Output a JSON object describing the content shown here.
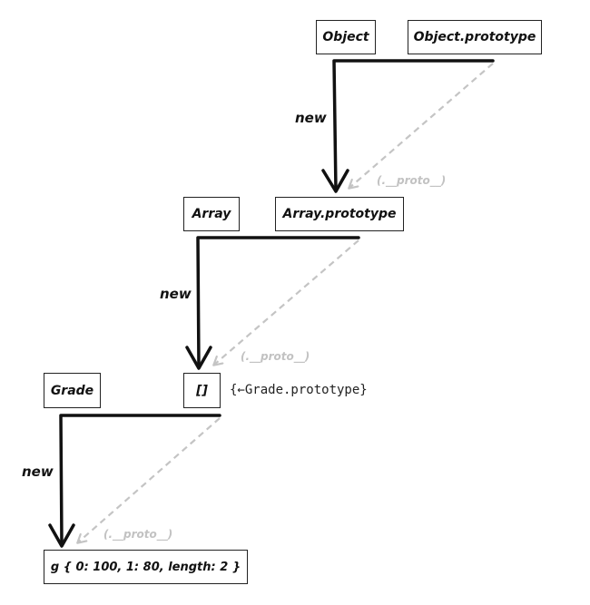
{
  "nodes": {
    "object": "Object",
    "object_prototype": "Object.prototype",
    "array": "Array",
    "array_prototype": "Array.prototype",
    "grade": "Grade",
    "empty_array": "[]",
    "instance": "g { 0: 100, 1: 80, length: 2 }"
  },
  "edges": {
    "new_label": "new",
    "proto_label": "(.__proto__)"
  },
  "annotations": {
    "grade_prototype_note": "{←Grade.prototype}"
  },
  "colors": {
    "line": "#111111",
    "proto_arrow": "#c4c4c4",
    "box_border": "#222222"
  }
}
